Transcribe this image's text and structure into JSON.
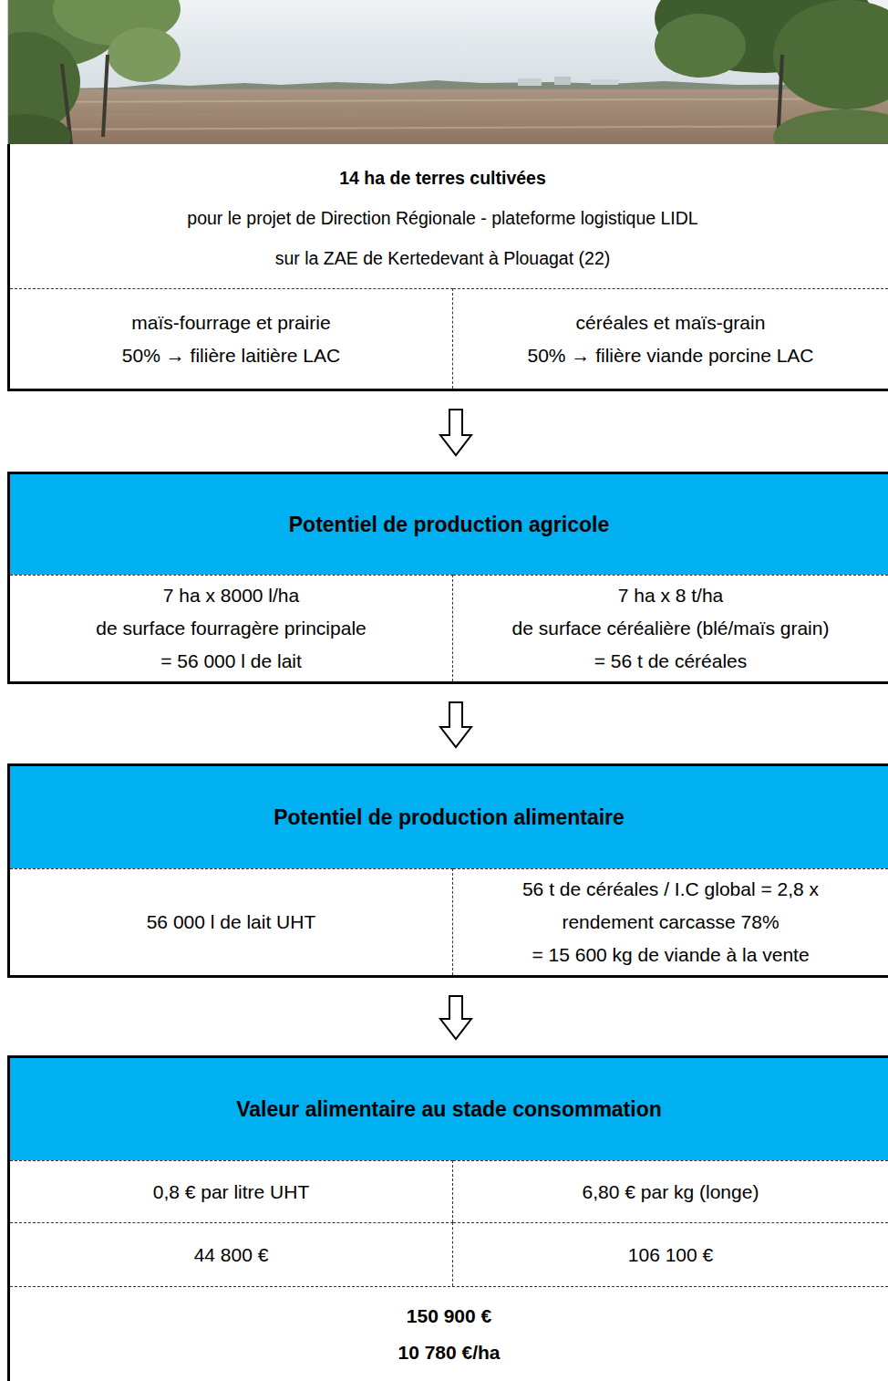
{
  "diagram": {
    "nodes": [
      {
        "text": [
          "14 ha de terres cultivées",
          "pour le projet de Direction Régionale - plateforme logistique LIDL",
          "sur la ZAE de Kertedevant à Plouagat (22)"
        ]
      },
      {
        "text": [
          "maïs-fourrage et prairie",
          "50% → filière laitière LAC"
        ],
        "in": 0
      },
      {
        "text": [
          "céréales et maïs-grain",
          "50% → filière viande porcine LAC"
        ],
        "in": 0
      },
      {
        "text": [
          "Potentiel de production agricole"
        ]
      },
      {
        "text": [
          "7 ha x 8000 l/ha",
          "de surface fourragère principale",
          "= 56 000 l de lait"
        ],
        "in": 3
      },
      {
        "text": [
          "7 ha x 8 t/ha",
          "de surface céréalière (blé/maïs grain)",
          "= 56 t de céréales"
        ],
        "in": 3
      },
      {
        "text": [
          "Potentiel de production alimentaire"
        ]
      },
      {
        "text": [
          "56 000 l de lait UHT"
        ],
        "in": 6
      },
      {
        "text": [
          "56 t de céréales / I.C global = 2,8 x",
          "rendement carcasse 78%",
          "= 15 600 kg de viande à la vente"
        ],
        "in": 6
      },
      {
        "text": [
          "Valeur alimentaire au stade consommation"
        ]
      },
      {
        "text": [
          "0,8 € par litre UHT"
        ],
        "in": 9
      },
      {
        "text": [
          "6,80 € par kg (longe)"
        ],
        "in": 9
      },
      {
        "text": [
          "44 800 €"
        ],
        "in": 9
      },
      {
        "text": [
          "106 100 €"
        ],
        "in": 9
      },
      {
        "text": [
          "150 900 €",
          "10 780 €/ha"
        ],
        "in": 9
      }
    ],
    "edges": [
      {
        "from": 0,
        "to": 3,
        "arrow": "to"
      },
      {
        "from": 3,
        "to": 6,
        "arrow": "to"
      },
      {
        "from": 6,
        "to": 9,
        "arrow": "to"
      }
    ]
  }
}
